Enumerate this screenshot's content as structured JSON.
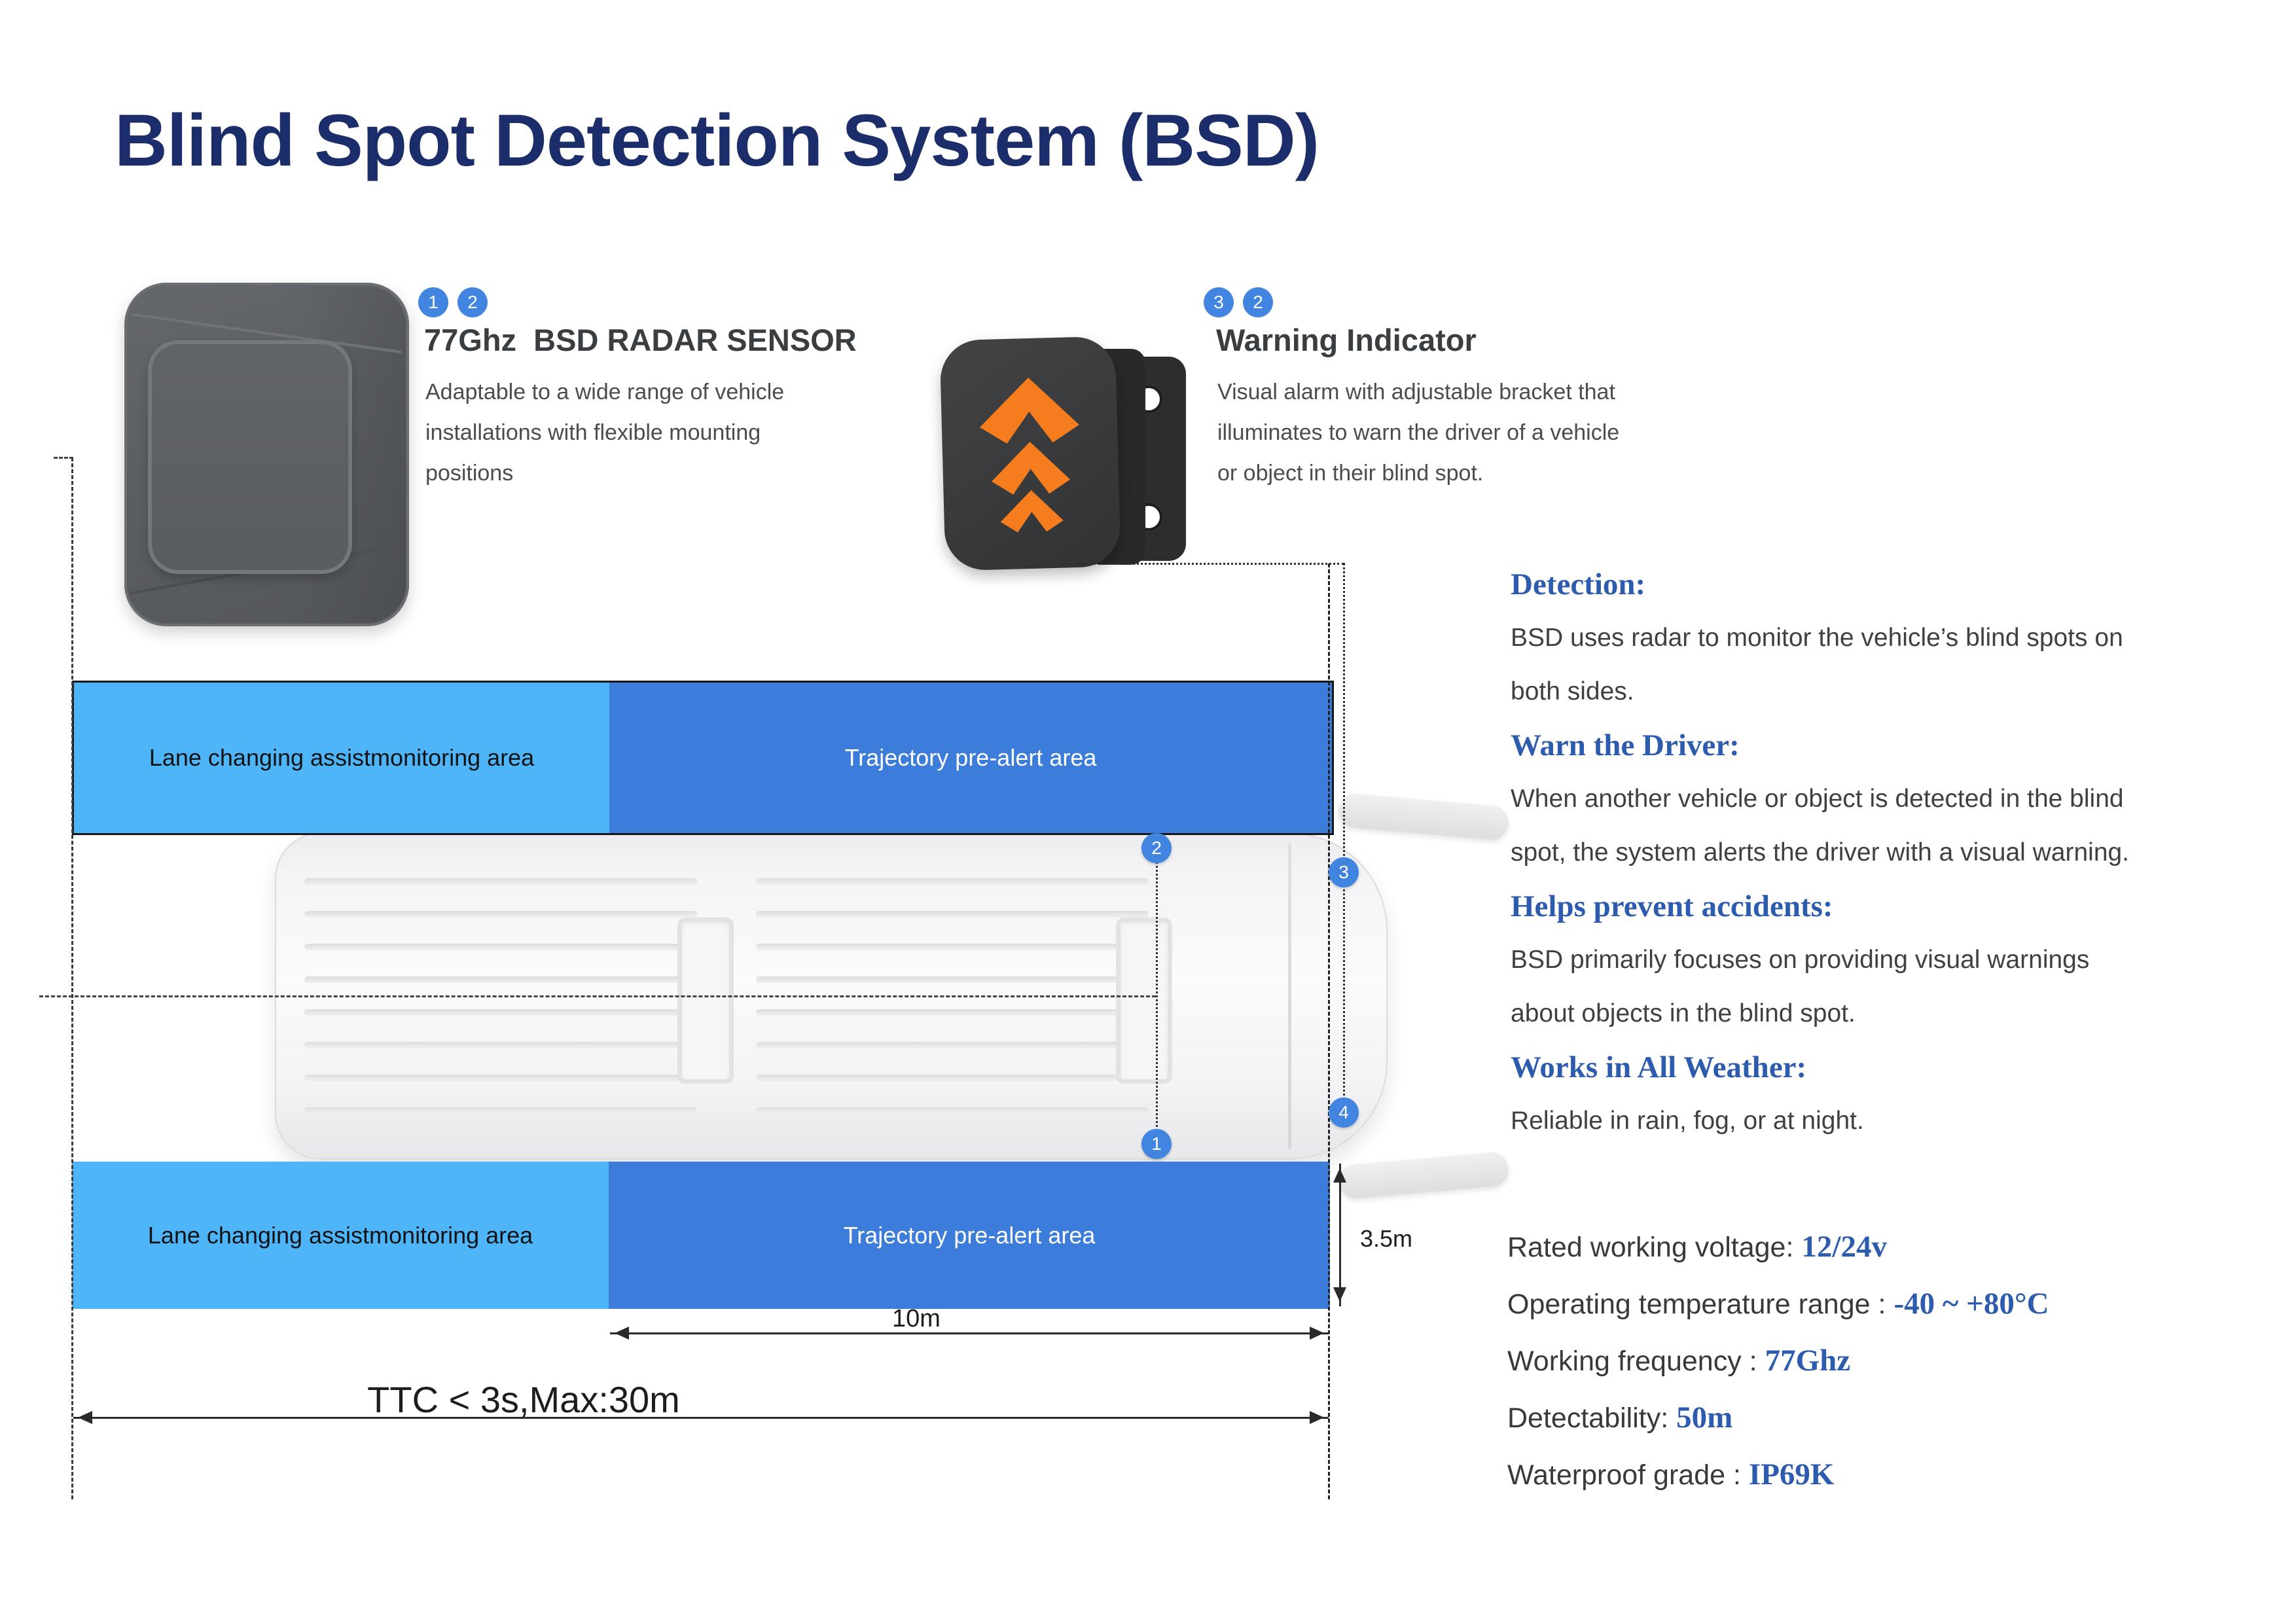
{
  "title": "Blind Spot Detection System (BSD)",
  "radar": {
    "badges": [
      "1",
      "2"
    ],
    "heading": "77Ghz  BSD RADAR SENSOR",
    "desc": [
      "Adaptable to a wide range of vehicle",
      "installations with flexible mounting",
      "positions"
    ]
  },
  "indicator": {
    "badges": [
      "3",
      "2"
    ],
    "heading": "Warning Indicator",
    "desc": [
      "Visual alarm with adjustable bracket that",
      "illuminates to warn the driver of a vehicle",
      "or object in their blind spot."
    ]
  },
  "features": [
    {
      "heading": "Detection:",
      "lines": [
        "BSD uses radar to monitor the vehicle’s blind spots on",
        "both sides."
      ]
    },
    {
      "heading": "Warn the Driver:",
      "lines": [
        "When another vehicle or object is detected in the blind",
        "spot, the system alerts the driver with a visual warning."
      ]
    },
    {
      "heading": "Helps prevent accidents:",
      "lines": [
        "BSD primarily focuses on providing visual warnings",
        "about objects in the blind spot."
      ]
    },
    {
      "heading": "Works in All Weather:",
      "lines": [
        "Reliable in rain, fog, or at night."
      ]
    }
  ],
  "specs": [
    {
      "label": "Rated working voltage:",
      "value": "12/24v"
    },
    {
      "label": "Operating temperature range :",
      "value": "-40 ~ +80°C"
    },
    {
      "label": "Working frequency :",
      "value": "77Ghz"
    },
    {
      "label": "Detectability:",
      "value": "50m"
    },
    {
      "label": "Waterproof grade :",
      "value": "IP69K"
    }
  ],
  "diagram": {
    "lane_area_label": "Lane changing assistmonitoring area",
    "trajectory_area_label": "Trajectory pre-alert area",
    "badge_1": "1",
    "badge_2": "2",
    "badge_3": "3",
    "badge_4": "4",
    "lane_width": "3.5m",
    "alert_length": "10m",
    "ttc": "TTC < 3s,Max:30m"
  },
  "colors": {
    "title_navy": "#1b2d6b",
    "heading_blue": "#2d5cae",
    "badge_blue": "#4285e0",
    "light_area_blue": "#4db5f8",
    "dark_area_blue": "#3c7cdb",
    "chevron_orange": "#f57d1e"
  }
}
